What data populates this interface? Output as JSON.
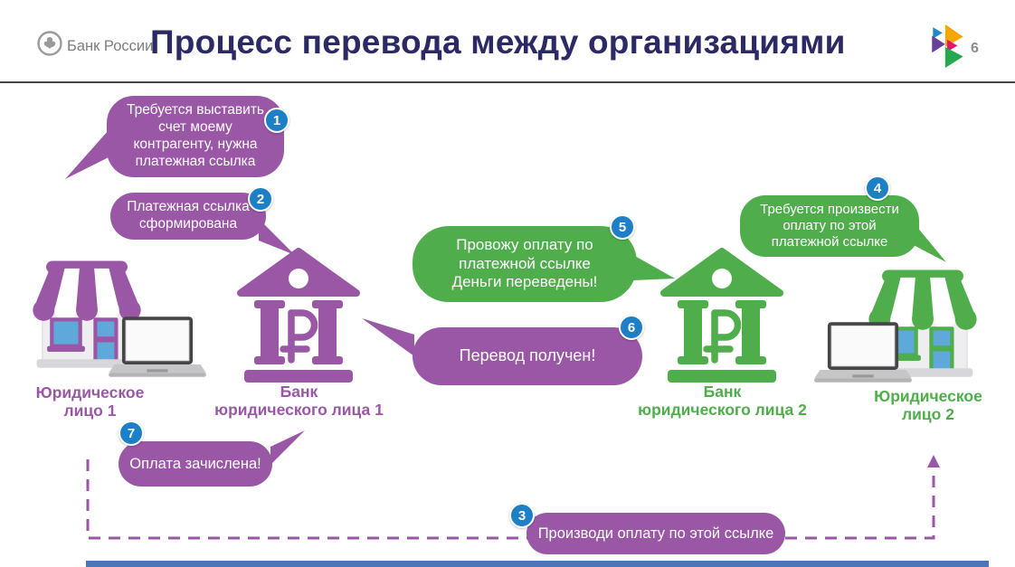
{
  "header": {
    "brand": "Банк России",
    "title": "Процесс перевода между организациями",
    "page_number": "6",
    "emblem_icon": "bank-russia-eagle",
    "logo_icon": "sbp-triangles-logo"
  },
  "colors": {
    "purple": "#9a57a5",
    "green": "#4fae4b",
    "badge_blue": "#1d80c6",
    "title_navy": "#2c2a64",
    "brand_gray": "#7d7d7d",
    "footer_blue": "#4b77b8",
    "window_blue": "#5ea9da"
  },
  "bubbles": {
    "b1": {
      "badge": "1",
      "color": "purple",
      "text": "Требуется выставить\nсчет моему\nконтрагенту, нужна\nплатежная ссылка"
    },
    "b2": {
      "badge": "2",
      "color": "purple",
      "text": "Платежная ссылка\nсформирована"
    },
    "b3": {
      "badge": "3",
      "color": "purple",
      "text": "Производи оплату по этой ссылке"
    },
    "b4": {
      "badge": "4",
      "color": "green",
      "text": "Требуется произвести\nоплату по этой\nплатежной ссылке"
    },
    "b5": {
      "badge": "5",
      "color": "green",
      "text": "Провожу оплату по\nплатежной ссылке\nДеньги переведены!"
    },
    "b6": {
      "badge": "6",
      "color": "purple",
      "text": "Перевод получен!"
    },
    "b7": {
      "badge": "7",
      "color": "purple",
      "text": "Оплата зачислена!"
    }
  },
  "entities": {
    "legal1": {
      "label": "Юридическое\nлицо 1",
      "icon": "store-purple-with-laptop"
    },
    "bank1": {
      "label": "Банк\nюридического лица 1",
      "icon": "bank-ruble-purple"
    },
    "bank2": {
      "label": "Банк\nюридического лица 2",
      "icon": "bank-ruble-green"
    },
    "legal2": {
      "label": "Юридическое\nлицо 2",
      "icon": "store-green-with-laptop"
    }
  }
}
